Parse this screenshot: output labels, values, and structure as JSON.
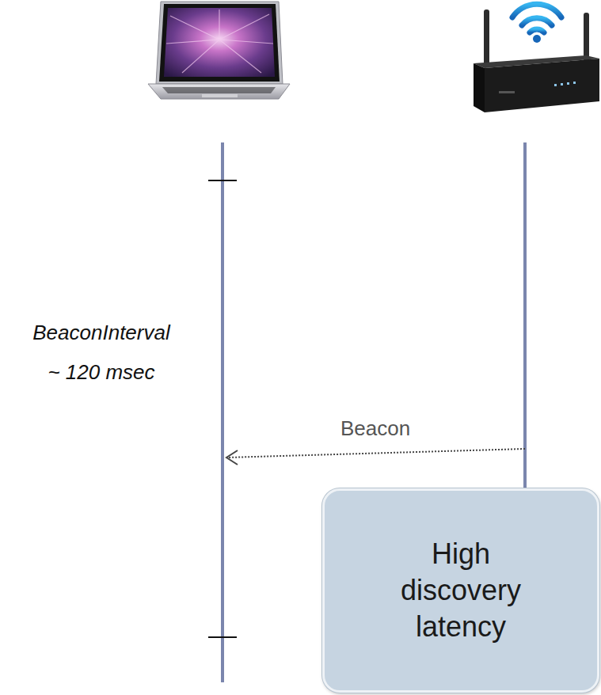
{
  "diagram": {
    "nodes": [
      {
        "text": [
          "High discovery latency"
        ]
      }
    ],
    "labels": [
      "BeaconInterval ~ 120 msec",
      "Beacon"
    ]
  }
}
